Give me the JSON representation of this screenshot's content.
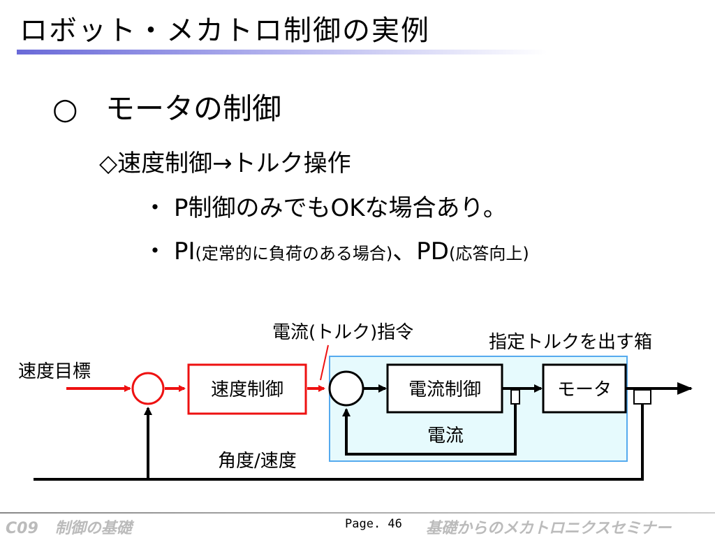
{
  "title": "ロボット・メカトロ制御の実例",
  "bullets": {
    "b1_mark": "○",
    "b1_text": "モータの制御",
    "b2_text": "◇速度制御→トルク操作",
    "b3_dot": "・",
    "b3_text": "P制御のみでもOKな場合あり。",
    "b4_dot": "・",
    "b4_pi": "PI",
    "b4_pi_note": "(定常的に負荷のある場合)",
    "b4_sep": "、",
    "b4_pd": "PD",
    "b4_pd_note": "(応答向上)"
  },
  "diagram": {
    "speed_target": "速度目標",
    "speed_control": "速度制御",
    "current_command": "電流(トルク)指令",
    "torque_group": "指定トルクを出す箱",
    "current_control": "電流制御",
    "motor": "モータ",
    "current": "電流",
    "angle_speed": "角度/速度"
  },
  "colors": {
    "accent_red": "#ee1111",
    "group_fill": "#e6fafd",
    "group_stroke": "#55aaee",
    "title_rule": "#6a6ad8"
  },
  "footer": {
    "code": "C09",
    "topic": "制御の基礎",
    "page": "Page. 46",
    "seminar": "基礎からのメカトロニクスセミナー"
  }
}
